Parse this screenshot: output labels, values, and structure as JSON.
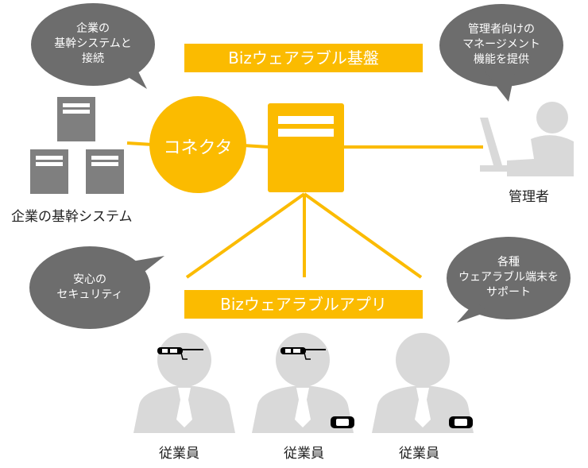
{
  "banners": {
    "platform": "Bizウェアラブル基盤",
    "apps": "Bizウェアラブルアプリ"
  },
  "connector": {
    "label": "コネクタ"
  },
  "labels": {
    "core_systems": "企業の基幹システム",
    "admin": "管理者",
    "employees": [
      "従業員",
      "従業員",
      "従業員"
    ]
  },
  "bubbles": {
    "core_connect": [
      "企業の",
      "基幹システムと",
      "接続"
    ],
    "admin_functions": [
      "管理者向けの",
      "マネージメント",
      "機能を提供"
    ],
    "security": [
      "安心の",
      "セキュリティ"
    ],
    "devices": [
      "各種",
      "ウェアラブル端末を",
      "サポート"
    ]
  },
  "colors": {
    "accent": "#fbbb00",
    "server_gray": "#7f7f7f",
    "bubble_gray": "#6d6d6d",
    "person_gray": "#d9d9d9"
  }
}
